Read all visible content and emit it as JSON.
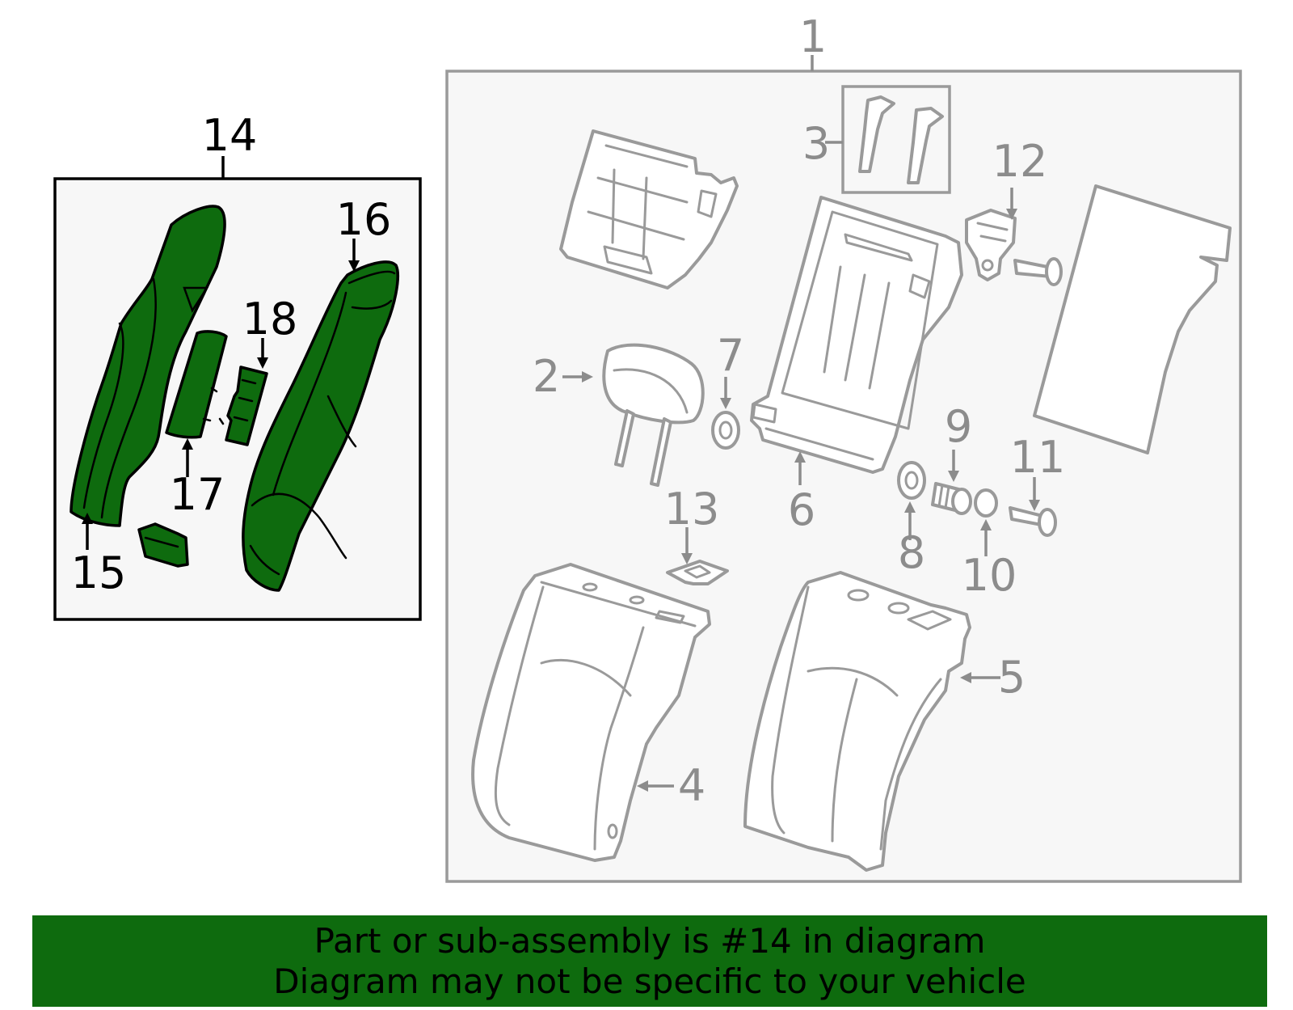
{
  "colors": {
    "highlight_green": "#0e6b0e",
    "banner_green": "#0e6b0e",
    "other_parts_grey": "#9a9a9a",
    "panel_bg": "#f7f7f7"
  },
  "callouts": {
    "c1": "1",
    "c2": "2",
    "c3": "3",
    "c4": "4",
    "c5": "5",
    "c6": "6",
    "c7": "7",
    "c8": "8",
    "c9": "9",
    "c10": "10",
    "c11": "11",
    "c12": "12",
    "c13": "13",
    "c14": "14",
    "c15": "15",
    "c16": "16",
    "c17": "17",
    "c18": "18"
  },
  "banner": {
    "line1": "Part or sub-assembly is #14 in diagram",
    "line2": "Diagram may not be specific to your vehicle"
  }
}
